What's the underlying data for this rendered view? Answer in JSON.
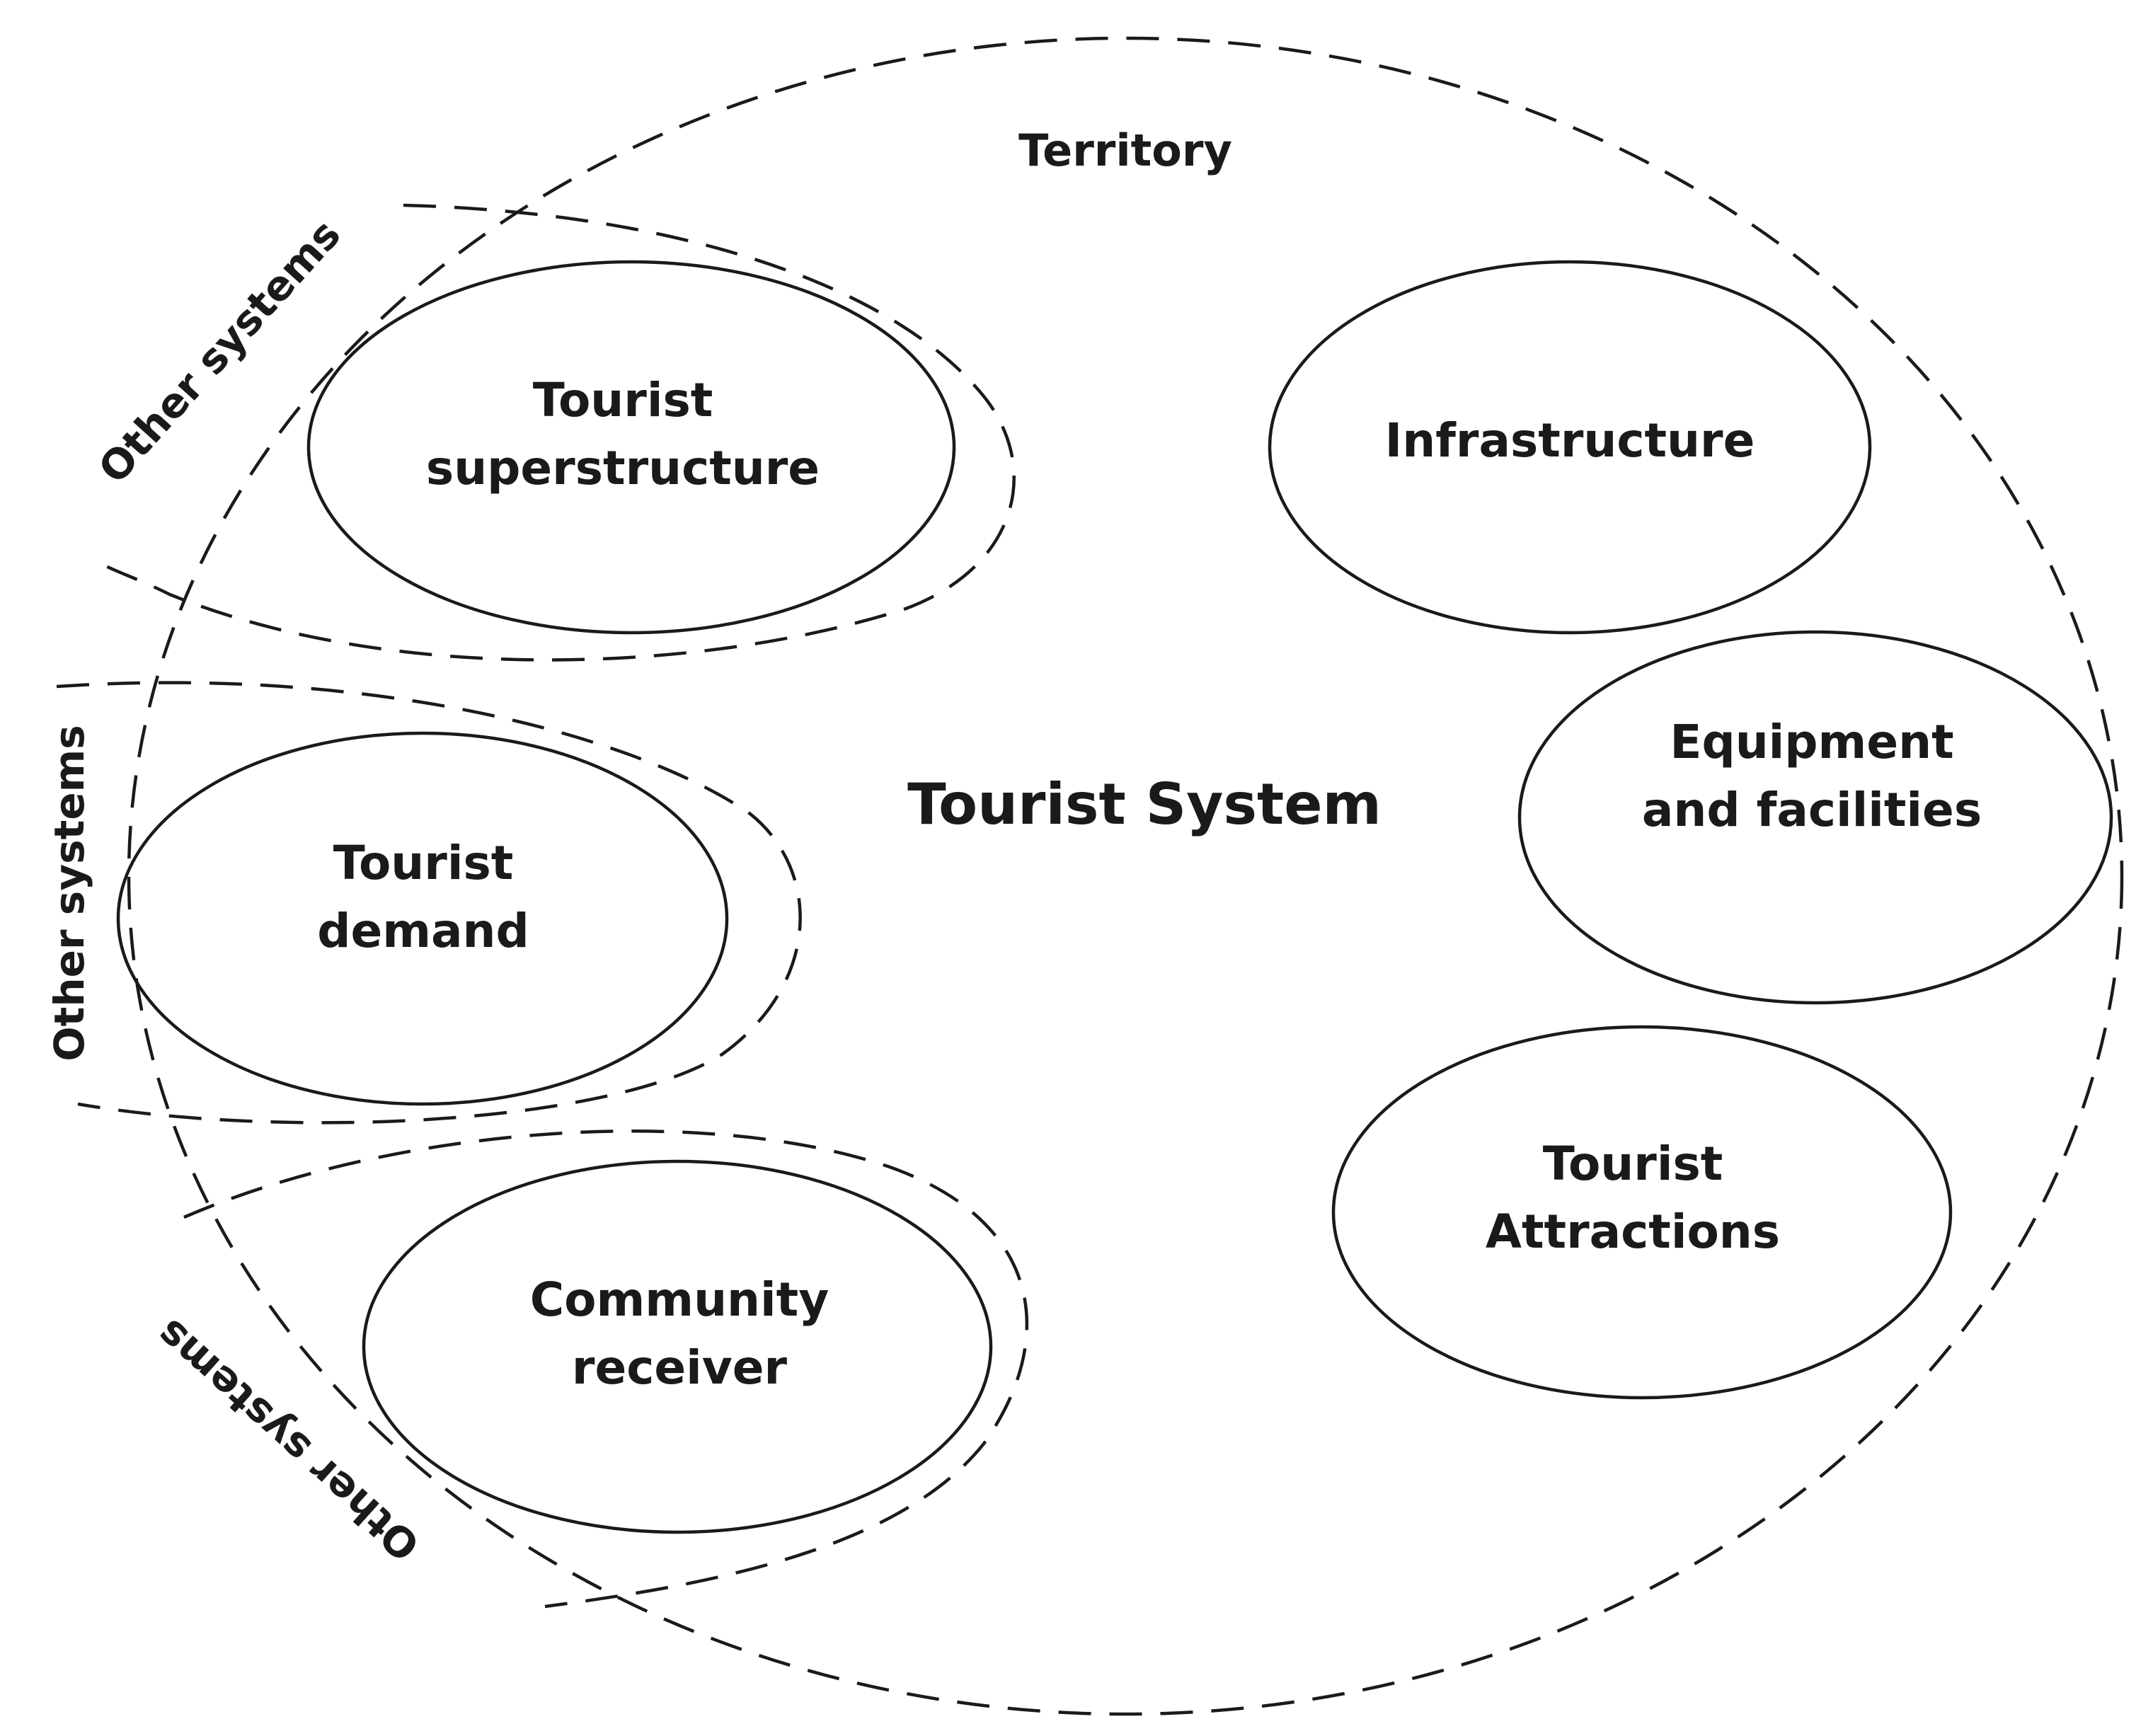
{
  "diagram": {
    "title": "Tourist System",
    "territory_label": "Territory",
    "components": {
      "tourist_superstructure": [
        "Tourist",
        "superstructure"
      ],
      "tourist_demand": [
        "Tourist",
        "demand"
      ],
      "community_receiver": [
        "Community",
        "receiver"
      ],
      "infrastructure": [
        "Infrastructure"
      ],
      "equipment_facilities": [
        "Equipment",
        "and facilities"
      ],
      "tourist_attractions": [
        "Tourist",
        "Attractions"
      ]
    },
    "other_systems_labels": [
      "Other systems",
      "Other systems",
      "Other systems"
    ]
  },
  "colors": {
    "ink": "#1a1a1a",
    "background": "#ffffff"
  }
}
